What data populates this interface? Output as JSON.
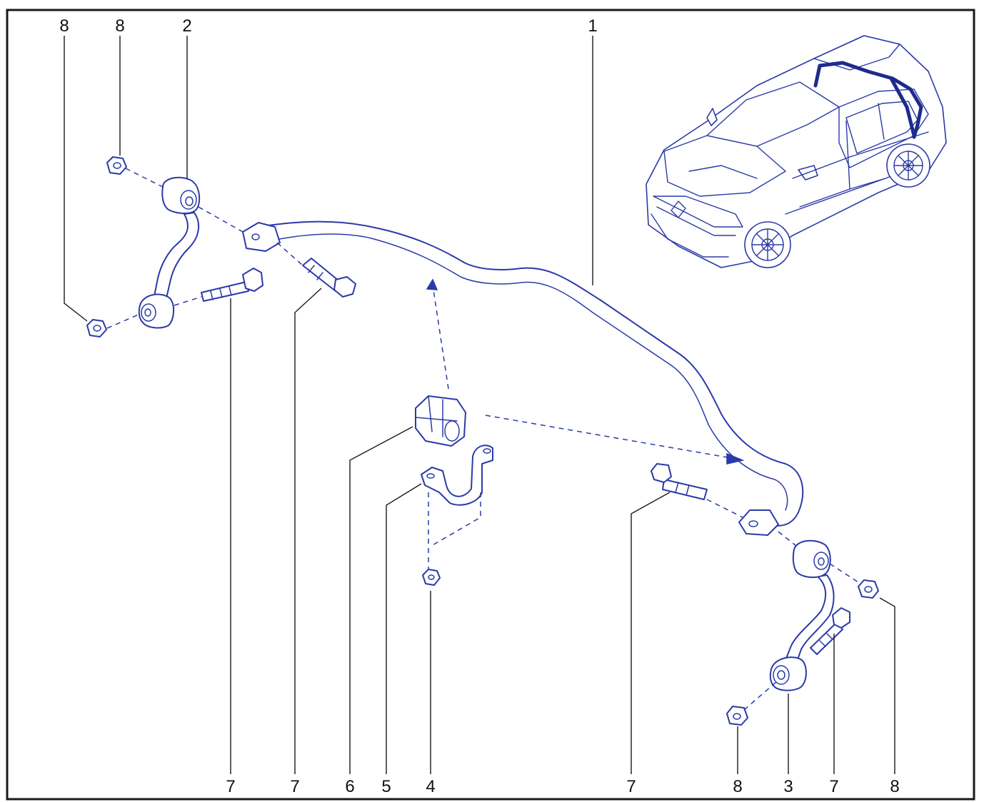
{
  "callouts": {
    "top_8_left": "8",
    "top_8_mid": "8",
    "top_2": "2",
    "top_1": "1",
    "bottom_7_a": "7",
    "bottom_7_b": "7",
    "bottom_6": "6",
    "bottom_5": "5",
    "bottom_4": "4",
    "bottom_7_c": "7",
    "bottom_8_a": "8",
    "bottom_3": "3",
    "bottom_7_d": "7",
    "bottom_8_b": "8"
  },
  "colors": {
    "line_art": "#2a3aa8",
    "frame": "#1a1a1a",
    "background": "#ffffff"
  }
}
